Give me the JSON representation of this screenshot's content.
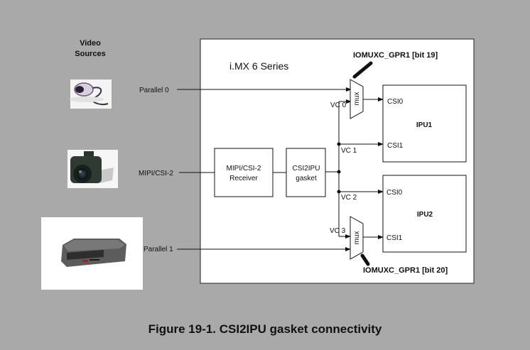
{
  "sources": {
    "title_line1": "Video",
    "title_line2": "Sources",
    "items": [
      {
        "icon": "webcam-icon",
        "label": "Parallel 0"
      },
      {
        "icon": "camera-icon",
        "label": "MIPI/CSI-2"
      },
      {
        "icon": "video-device-icon",
        "label": "Parallel 1"
      }
    ]
  },
  "soc": {
    "title": "i.MX 6 Series",
    "receiver_line1": "MIPI/CSI-2",
    "receiver_line2": "Receiver",
    "gasket_line1": "CSI2IPU",
    "gasket_line2": "gasket",
    "mux_label": "mux",
    "mux_top_control": "IOMUXC_GPR1 [bit 19]",
    "mux_bottom_control": "IOMUXC_GPR1 [bit 20]",
    "virtual_channels": [
      "VC 0",
      "VC 1",
      "VC 2",
      "VC 3"
    ],
    "ipus": [
      {
        "name": "IPU1",
        "ports": [
          "CSI0",
          "CSI1"
        ]
      },
      {
        "name": "IPU2",
        "ports": [
          "CSI0",
          "CSI1"
        ]
      }
    ]
  },
  "caption": "Figure 19-1. CSI2IPU gasket connectivity"
}
